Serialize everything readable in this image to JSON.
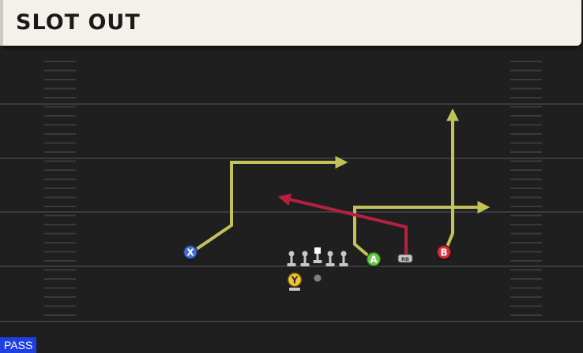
{
  "play": {
    "title": "SLOT OUT",
    "type_tag": "PASS"
  },
  "colors": {
    "field_bg": "#1f1f20",
    "yard_line": "#3b3b3d",
    "hash_mark": "#3a3a3c",
    "route_yellow": "#c1c25a",
    "route_red": "#b5203f",
    "player_x": "#3f6fd0",
    "player_a": "#6cc64a",
    "player_b": "#d8323c",
    "player_y": "#f2c431",
    "lineman": "#c8c8c8",
    "tag_bg": "#1f3fe0"
  },
  "players": [
    {
      "id": "x",
      "label": "X",
      "role": "receiver",
      "color_key": "player_x"
    },
    {
      "id": "a",
      "label": "A",
      "role": "receiver",
      "color_key": "player_a"
    },
    {
      "id": "b",
      "label": "B",
      "role": "receiver",
      "color_key": "player_b"
    },
    {
      "id": "y",
      "label": "Y",
      "role": "receiver",
      "color_key": "player_y"
    },
    {
      "id": "rb",
      "label": "RB",
      "role": "running-back",
      "color_key": "lineman"
    }
  ],
  "routes": [
    {
      "player": "x",
      "name": "x-route",
      "color_key": "route_yellow"
    },
    {
      "player": "a",
      "name": "a-route",
      "color_key": "route_yellow"
    },
    {
      "player": "b",
      "name": "b-route",
      "color_key": "route_yellow"
    },
    {
      "player": "rb",
      "name": "rb-route",
      "color_key": "route_red"
    }
  ]
}
